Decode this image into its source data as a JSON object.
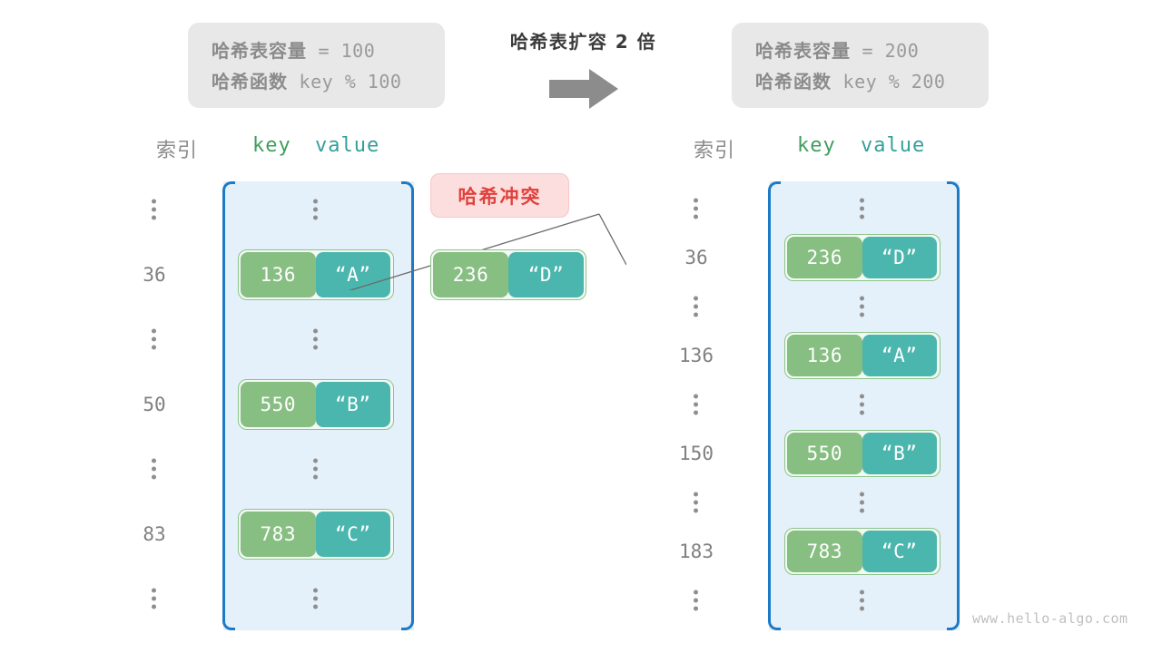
{
  "header": {
    "left_box": {
      "capacity_label": "哈希表容量",
      "capacity_expr": " = 100",
      "hash_label": "哈希函数",
      "hash_expr": " key % 100"
    },
    "right_box": {
      "capacity_label": "哈希表容量",
      "capacity_expr": " = 200",
      "hash_label": "哈希函数",
      "hash_expr": " key % 200"
    },
    "transform_label": "哈希表扩容 2 倍",
    "arrow_icon": "right-arrow-icon",
    "arrow_color": "#8c8c8c"
  },
  "columns": {
    "index": "索引",
    "key": "key",
    "value": "value"
  },
  "collision": {
    "label": "哈希冲突",
    "text_color": "#e2403c",
    "bg_color": "#fbdedd"
  },
  "colors": {
    "key_cell": "#87be82",
    "value_cell": "#4bb6ae",
    "table_fill": "#e4f0fa",
    "table_border": "#1c7ac6",
    "index_text": "#808080",
    "info_box_bg": "#e8e8e8"
  },
  "left_table": {
    "title": "哈希表容量 = 100",
    "rows": [
      {
        "type": "ellipsis",
        "index": "⋮"
      },
      {
        "type": "entry",
        "index": "36",
        "key": "136",
        "value": "“A”"
      },
      {
        "type": "ellipsis",
        "index": "⋮"
      },
      {
        "type": "entry",
        "index": "50",
        "key": "550",
        "value": "“B”"
      },
      {
        "type": "ellipsis",
        "index": "⋮"
      },
      {
        "type": "entry",
        "index": "83",
        "key": "783",
        "value": "“C”"
      },
      {
        "type": "ellipsis",
        "index": "⋮"
      }
    ]
  },
  "floating_entry": {
    "key": "236",
    "value": "“D”"
  },
  "right_table": {
    "title": "哈希表容量 = 200",
    "rows": [
      {
        "type": "ellipsis",
        "index": "⋮"
      },
      {
        "type": "entry",
        "index": "36",
        "key": "236",
        "value": "“D”"
      },
      {
        "type": "ellipsis",
        "index": "⋮"
      },
      {
        "type": "entry",
        "index": "136",
        "key": "136",
        "value": "“A”"
      },
      {
        "type": "ellipsis",
        "index": "⋮"
      },
      {
        "type": "entry",
        "index": "150",
        "key": "550",
        "value": "“B”"
      },
      {
        "type": "ellipsis",
        "index": "⋮"
      },
      {
        "type": "entry",
        "index": "183",
        "key": "783",
        "value": "“C”"
      },
      {
        "type": "ellipsis",
        "index": "⋮"
      }
    ]
  },
  "watermark": "www.hello-algo.com"
}
